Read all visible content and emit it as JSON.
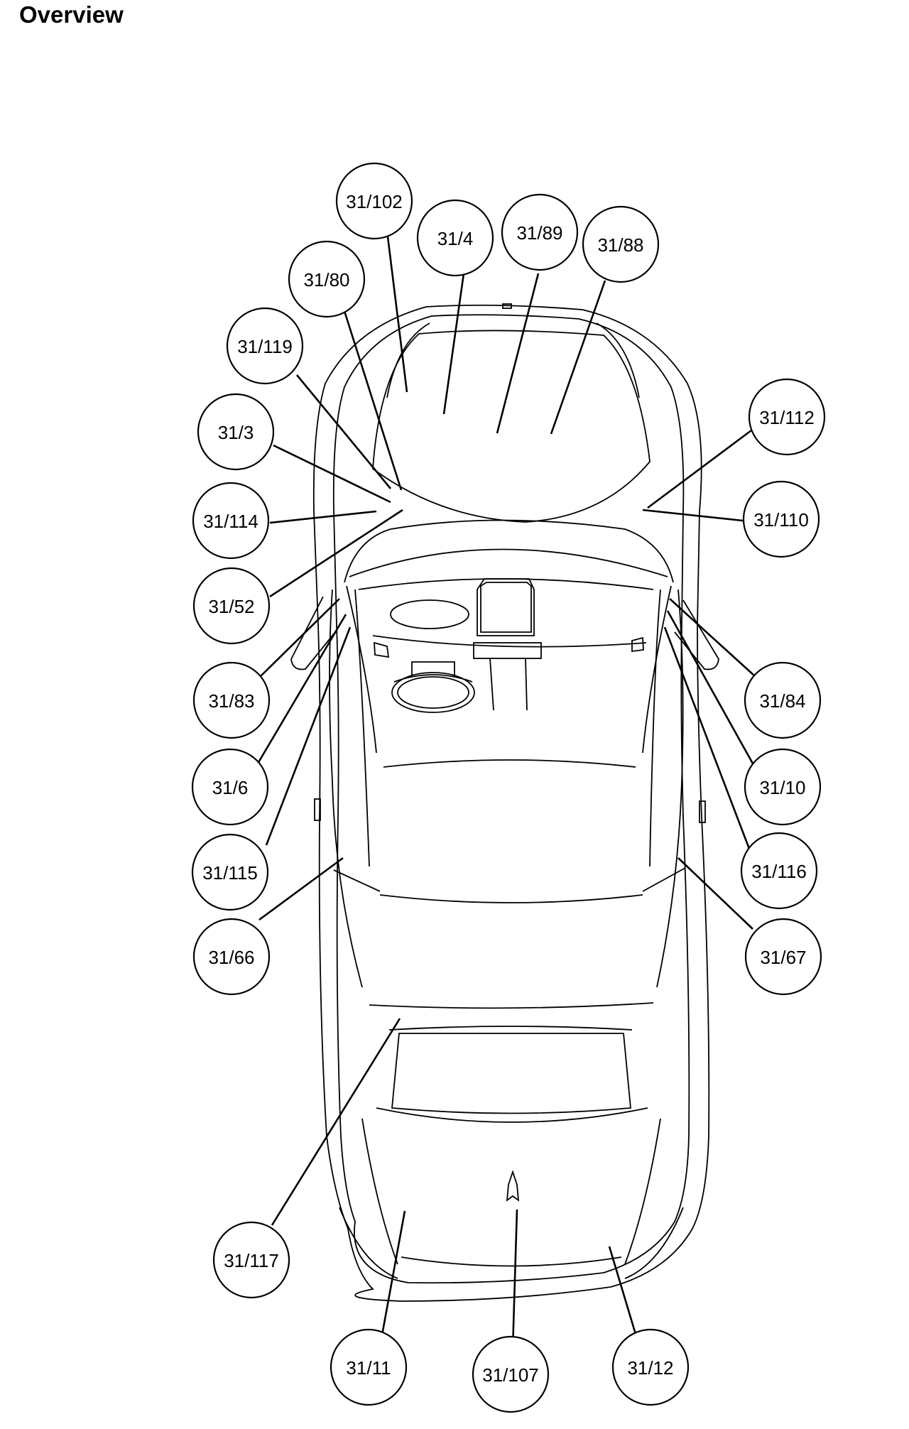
{
  "title": "Overview",
  "callouts": [
    {
      "id": "31/102"
    },
    {
      "id": "31/4"
    },
    {
      "id": "31/89"
    },
    {
      "id": "31/88"
    },
    {
      "id": "31/80"
    },
    {
      "id": "31/119"
    },
    {
      "id": "31/3"
    },
    {
      "id": "31/114"
    },
    {
      "id": "31/52"
    },
    {
      "id": "31/83"
    },
    {
      "id": "31/6"
    },
    {
      "id": "31/115"
    },
    {
      "id": "31/66"
    },
    {
      "id": "31/112"
    },
    {
      "id": "31/110"
    },
    {
      "id": "31/84"
    },
    {
      "id": "31/10"
    },
    {
      "id": "31/116"
    },
    {
      "id": "31/67"
    },
    {
      "id": "31/117"
    },
    {
      "id": "31/11"
    },
    {
      "id": "31/107"
    },
    {
      "id": "31/12"
    }
  ]
}
